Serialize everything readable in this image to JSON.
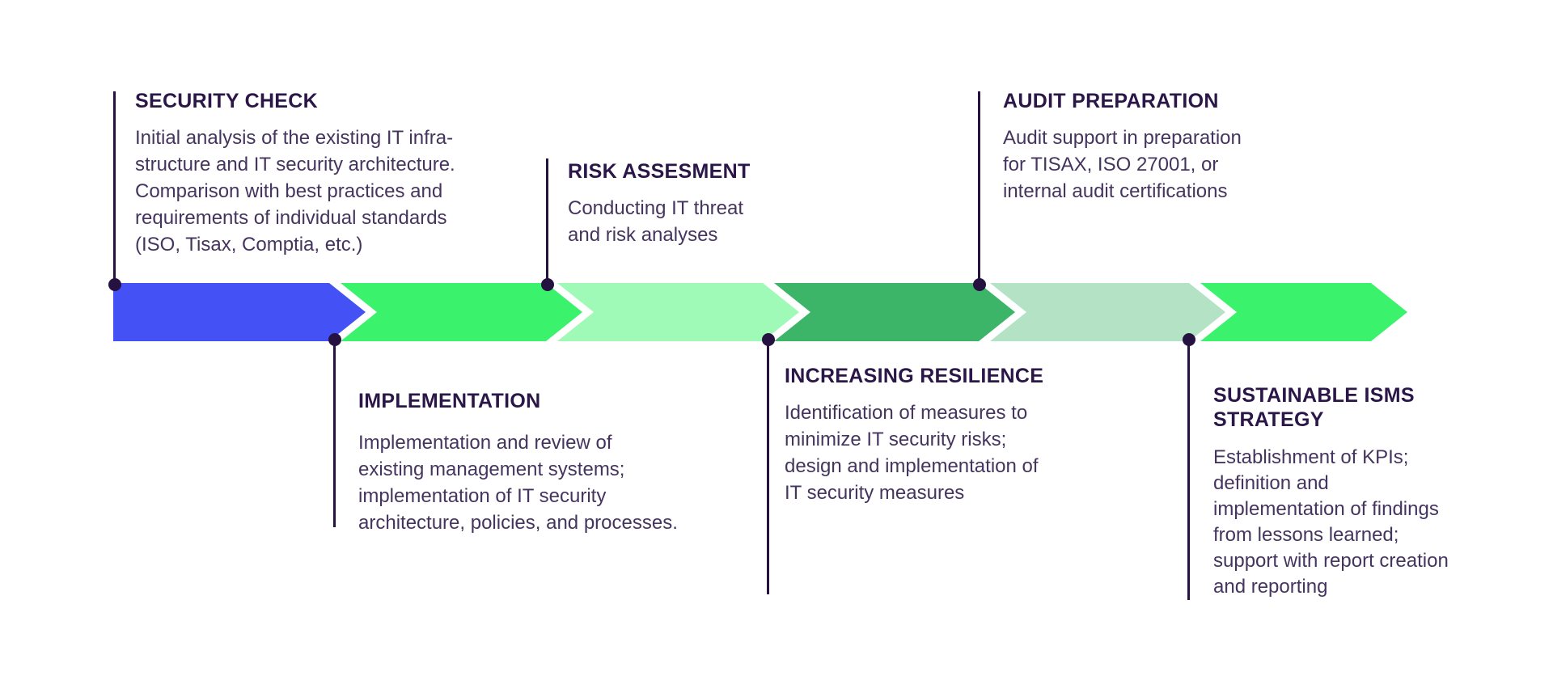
{
  "diagram": {
    "type": "process-timeline",
    "background": "#ffffff",
    "ink_title_color": "#2b1648",
    "ink_body_color": "#45345e",
    "connector_color": "#251240",
    "stages": [
      {
        "label": "SECURITY CHECK",
        "position": "above",
        "color": "#4351F5",
        "description": [
          "Initial analysis of the existing IT infra-",
          "structure and IT security architecture.",
          "Comparison with best practices and",
          "requirements of individual standards",
          "(ISO, Tisax, Comptia, etc.)"
        ]
      },
      {
        "label": "IMPLEMENTATION",
        "position": "below",
        "color": "#3BF26C",
        "description": [
          "Implementation and review of",
          "existing management systems;",
          "implementation of IT security",
          "architecture, policies, and processes."
        ]
      },
      {
        "label": "RISK ASSESMENT",
        "position": "above",
        "color": "#9FF9B7",
        "description": [
          "Conducting IT threat",
          "and risk analyses"
        ]
      },
      {
        "label": "INCREASING RESILIENCE",
        "position": "below",
        "color": "#3CB569",
        "description": [
          "Identification of measures to",
          "minimize IT security risks;",
          "design and implementation of",
          "IT security measures"
        ]
      },
      {
        "label": "AUDIT PREPARATION",
        "position": "above",
        "color": "#B3E2C4",
        "description": [
          "Audit support in preparation",
          "for TISAX, ISO 27001, or",
          "internal audit certifications"
        ]
      },
      {
        "label": [
          "SUSTAINABLE ISMS",
          "STRATEGY"
        ],
        "position": "below",
        "color": "#3BF26C",
        "description": [
          "Establishment of KPIs;",
          "definition and",
          "implementation of findings",
          "from lessons learned;",
          "support with report creation",
          "and reporting"
        ]
      }
    ]
  }
}
